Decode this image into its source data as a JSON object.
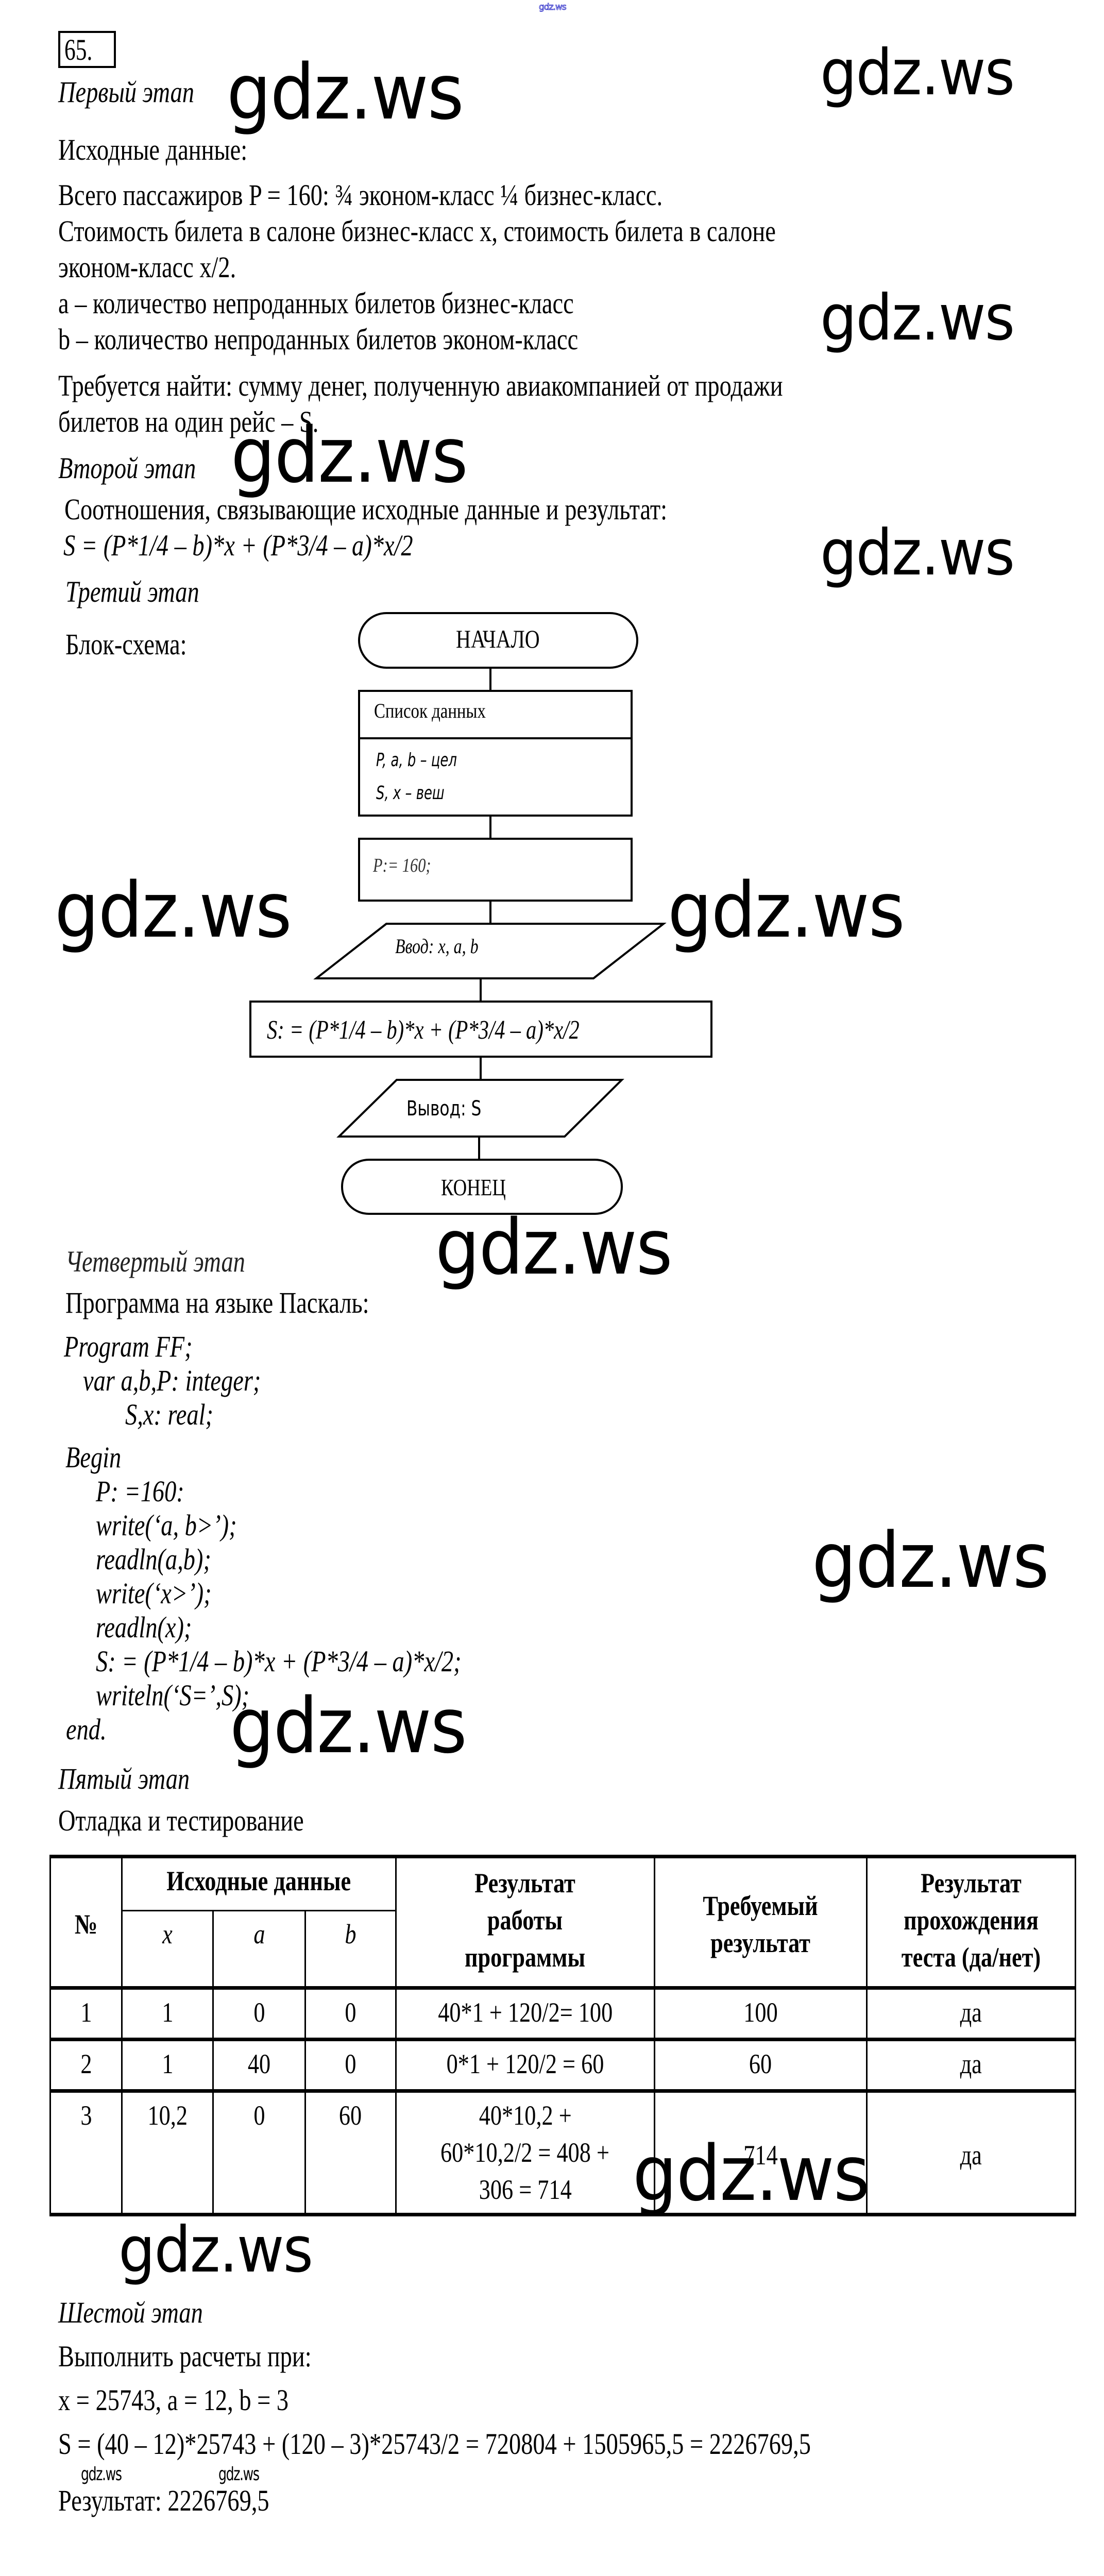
{
  "header_mark": "gdz.ws",
  "task_number": "65.",
  "watermark": "gdz.ws",
  "stage1": {
    "title": "Первый этап",
    "input_heading": "Исходные данные:",
    "lines": [
      "Всего пассажиров P = 160:  ¾ эконом-класс ¼ бизнес-класс.",
      "Стоимость билета в салоне бизнес-класс x, стоимость билета в салоне",
      "эконом-класс x/2.",
      "a – количество непроданных билетов бизнес-класс",
      "b –  количество непроданных билетов эконом-класс"
    ],
    "goal_lines": [
      "Требуется найти: сумму денег, полученную авиакомпанией от продажи",
      "билетов на один рейс – S."
    ]
  },
  "stage2": {
    "title": "Второй этап",
    "relations_label": "Соотношения, связывающие исходные данные и результат:",
    "formula": "S = (P*1/4 – b)*x + (P*3/4 – a)*x/2"
  },
  "stage3": {
    "title": "Третий этап",
    "flowchart_label": "Блок-схема:",
    "flowchart": {
      "start": "НАЧАЛО",
      "data_list_title": "Список данных",
      "data_list_items": [
        "P, a, b – цел",
        "S, x – веш"
      ],
      "assign": "P:= 160;",
      "input": "Ввод: x, a, b",
      "compute": "S: = (P*1/4 – b)*x + (P*3/4 – a)*x/2",
      "output": "Вывод:  S",
      "end": "КОНЕЦ"
    }
  },
  "stage4": {
    "title": "Четвертый этап",
    "program_label": "Программа на языке Паскаль:",
    "code": [
      "Program FF;",
      "var a,b,P: integer;",
      "S,x: real;",
      "Begin",
      "P: =160:",
      "write(‘a, b>’);",
      "readln(a,b);",
      "write(‘x>’);",
      "readln(x);",
      "S: = (P*1/4 – b)*x + (P*3/4 – a)*x/2;",
      "writeln(‘S=’,S);",
      "end."
    ]
  },
  "stage5": {
    "title": "Пятый этап",
    "subtitle": "Отладка и тестирование",
    "table": {
      "headers": {
        "num": "№",
        "input_group": "Исходные данные",
        "x": "x",
        "a": "a",
        "b": "b",
        "program_result": "Результат работы программы",
        "expected": "Требуемый результат",
        "test_result": "Результат прохождения теста (да/нет)"
      },
      "rows": [
        {
          "num": "1",
          "x": "1",
          "a": "0",
          "b": "0",
          "program_result": [
            "40*1 + 120/2= 100"
          ],
          "expected": "100",
          "test": "да"
        },
        {
          "num": "2",
          "x": "1",
          "a": "40",
          "b": "0",
          "program_result": [
            "0*1 + 120/2 = 60"
          ],
          "expected": "60",
          "test": "да"
        },
        {
          "num": "3",
          "x": "10,2",
          "a": "0",
          "b": "60",
          "program_result": [
            "40*10,2 +",
            "60*10,2/2 = 408 +",
            "306 = 714"
          ],
          "expected": "714",
          "test": "да"
        }
      ]
    }
  },
  "stage6": {
    "title": "Шестой этап",
    "task": "Выполнить расчеты при:",
    "values": "x = 25743, a = 12, b = 3",
    "calculation": "S = (40 – 12)*25743 + (120 – 3)*25743/2 = 720804 + 1505965,5 = 2226769,5",
    "result": "Результат: 2226769,5"
  }
}
